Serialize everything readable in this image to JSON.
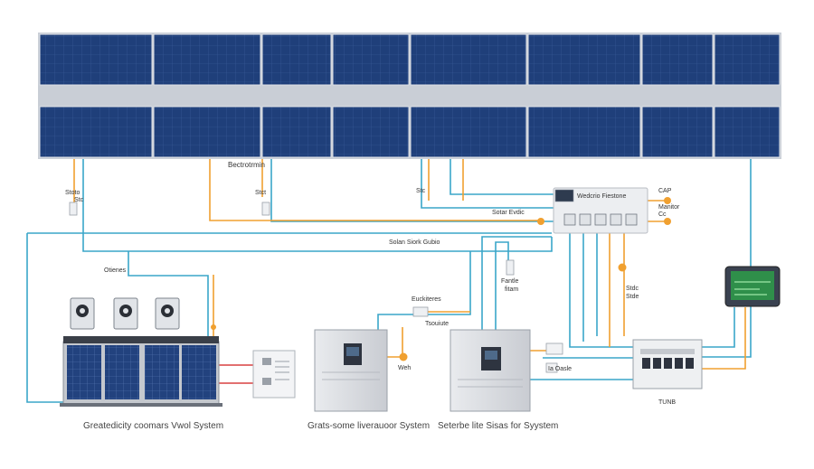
{
  "labels": {
    "top_array_label": "Bectrotrmin",
    "left_tag_1": "Stoto",
    "left_tag_2": "Stc",
    "tag_mid_1": "Stct",
    "tag_mid_2": "Stc",
    "controller_title": "Wedcrio Fiestone",
    "cap_label": "CAP",
    "manitor_label": "Manitor",
    "cc_label": "Cc",
    "solar_evdic": "Sotar Evdic",
    "solar_siork": "Solan Siork Gubio",
    "otienes": "Otienes",
    "euckiteres": "Euckiteres",
    "tsouiute": "Tsouiute",
    "web_label": "Weh",
    "fantle": "Fantle",
    "fitam": "fitam",
    "side_tag_1": "Stdc",
    "side_tag_2": "Stde",
    "oasle": "Ia Oasle",
    "tung": "TUNB",
    "caption_left": "Greatedicity coomars Vwol System",
    "caption_mid": "Grats-some liverauoor System",
    "caption_right": "Seterbe lite Sisas for Syystem"
  },
  "colors": {
    "panel_blue": "#1f3f7a",
    "wire_blue": "#3aa6c9",
    "wire_orange": "#f0a030",
    "wire_red": "#d94040",
    "frame": "#c9ced6"
  }
}
